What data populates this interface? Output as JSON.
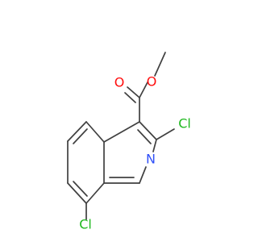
{
  "molecule": {
    "atom_labels": {
      "carbonyl_oxygen": "O",
      "ester_oxygen": "O",
      "ring_nitrogen": "N",
      "chlorine_c3": "Cl",
      "chlorine_c8": "Cl"
    },
    "colors": {
      "bond": "#404040",
      "oxygen": "#ff0d0d",
      "nitrogen": "#3050f8",
      "chlorine": "#1fb81f"
    }
  }
}
